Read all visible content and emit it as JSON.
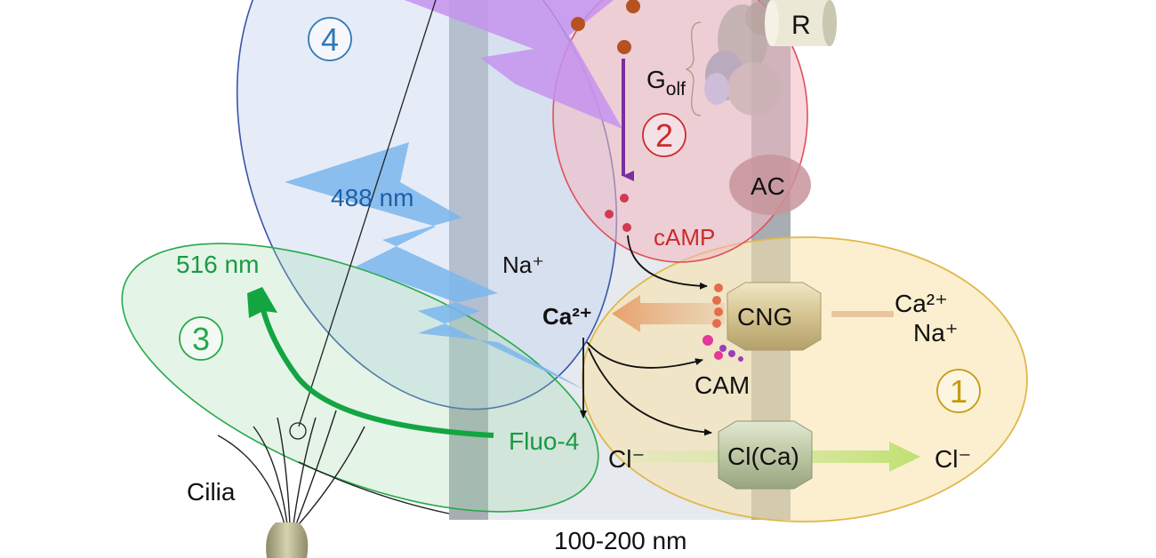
{
  "diagram": {
    "regions": [
      {
        "number": "4",
        "color": "#2f78b6"
      },
      {
        "number": "2",
        "color": "#cc2a2a"
      },
      {
        "number": "3",
        "color": "#27a84a"
      },
      {
        "number": "1",
        "color": "#c49a10"
      }
    ],
    "labels": {
      "receptor": "R",
      "golf_main": "G",
      "golf_sub": "olf",
      "ac": "AC",
      "camp": "cAMP",
      "excitation": "488 nm",
      "emission": "516 nm",
      "na_plus": "Na⁺",
      "ca2_plus": "Ca²⁺",
      "cng": "CNG",
      "ca_right": "Ca²⁺",
      "na_right": "Na⁺",
      "cam": "CAM",
      "fluo4": "Fluo-4",
      "cl_left": "Cl⁻",
      "clca": "Cl(Ca)",
      "cl_right": "Cl⁻",
      "cilia": "Cilia",
      "width_scale": "100-200 nm"
    },
    "colors": {
      "blue_region": "#2f78b6",
      "red_region": "#cc2a2a",
      "green_region": "#27a84a",
      "yellow_region": "#c49a10",
      "membrane": "#a8adb3",
      "excitation_bolt": "#7ab6ec",
      "violet_bolt": "#c592ee",
      "arrow_green": "#13a542"
    }
  }
}
